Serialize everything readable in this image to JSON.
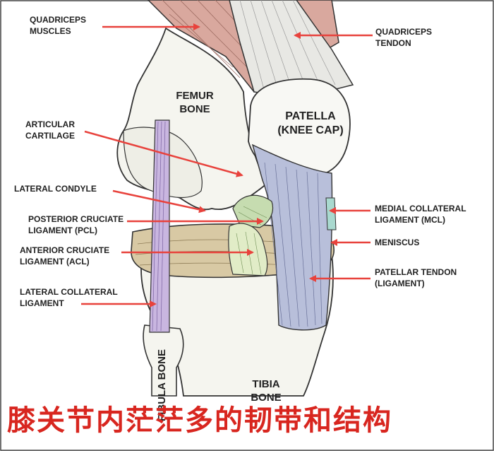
{
  "labels": {
    "quadriceps_muscles": [
      "QUADRICEPS",
      "MUSCLES"
    ],
    "quadriceps_tendon": [
      "QUADRICEPS",
      "TENDON"
    ],
    "femur_bone": [
      "FEMUR",
      "BONE"
    ],
    "patella": [
      "PATELLA",
      "(KNEE CAP)"
    ],
    "articular_cartilage": [
      "ARTICULAR",
      "CARTILAGE"
    ],
    "lateral_condyle": "LATERAL CONDYLE",
    "pcl": [
      "POSTERIOR CRUCIATE",
      "LIGAMENT (PCL)"
    ],
    "acl": [
      "ANTERIOR CRUCIATE",
      "LIGAMENT (ACL)"
    ],
    "lcl": [
      "LATERAL COLLATERAL",
      "LIGAMENT"
    ],
    "mcl": [
      "MEDIAL COLLATERAL",
      "LIGAMENT (MCL)"
    ],
    "meniscus": "MENISCUS",
    "patellar_tendon": [
      "PATELLAR TENDON",
      "(LIGAMENT)"
    ],
    "tibia_bone": [
      "TIBIA",
      "BONE"
    ],
    "fibula_bone": "FIBULA BONE"
  },
  "caption": "膝关节内茫茫多的韧带和结构",
  "colors": {
    "arrow": "#e8423c",
    "caption": "#d8261f",
    "muscle": "#d9a89e",
    "tendon": "#e8e8e4",
    "patellar_tendon": "#b8bfda",
    "ligament_purple": "#c9b6e0",
    "ligament_green": "#d9e8b8",
    "meniscus": "#d8c9a4",
    "bone": "#f5f5ef"
  }
}
